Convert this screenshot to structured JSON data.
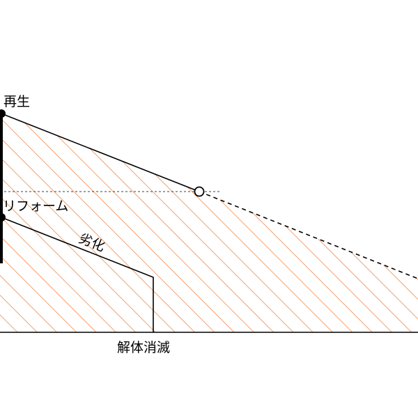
{
  "diagram": {
    "labels": {
      "regeneration": "再生",
      "reform": "リフォーム",
      "deterioration": "劣化",
      "demolition": "解体消滅"
    },
    "colors": {
      "hatch": "#f08a4b",
      "line": "#000000",
      "background": "#ffffff"
    }
  }
}
